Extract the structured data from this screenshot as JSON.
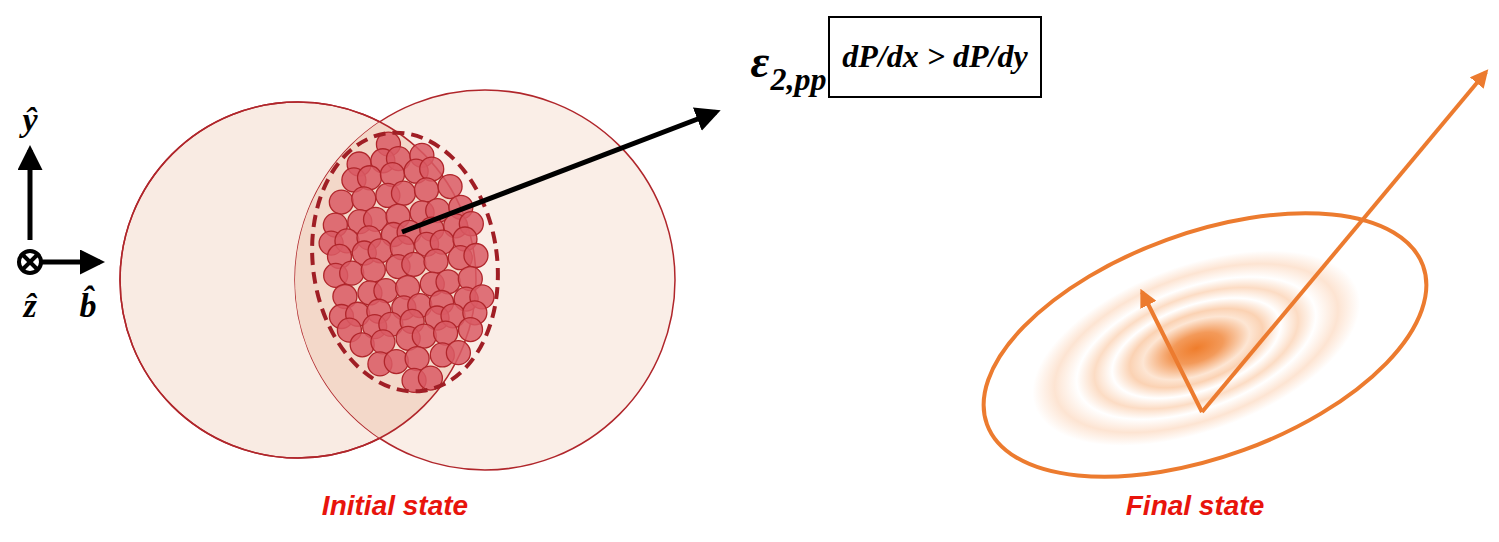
{
  "diagram": {
    "nodes": [
      {
        "text": [
          "dP/dx > dP/dy"
        ]
      }
    ],
    "labels": [
      "ε",
      "2,pp",
      "ŷ",
      "ẑ",
      "b̂",
      "Initial state",
      "Final state"
    ]
  }
}
